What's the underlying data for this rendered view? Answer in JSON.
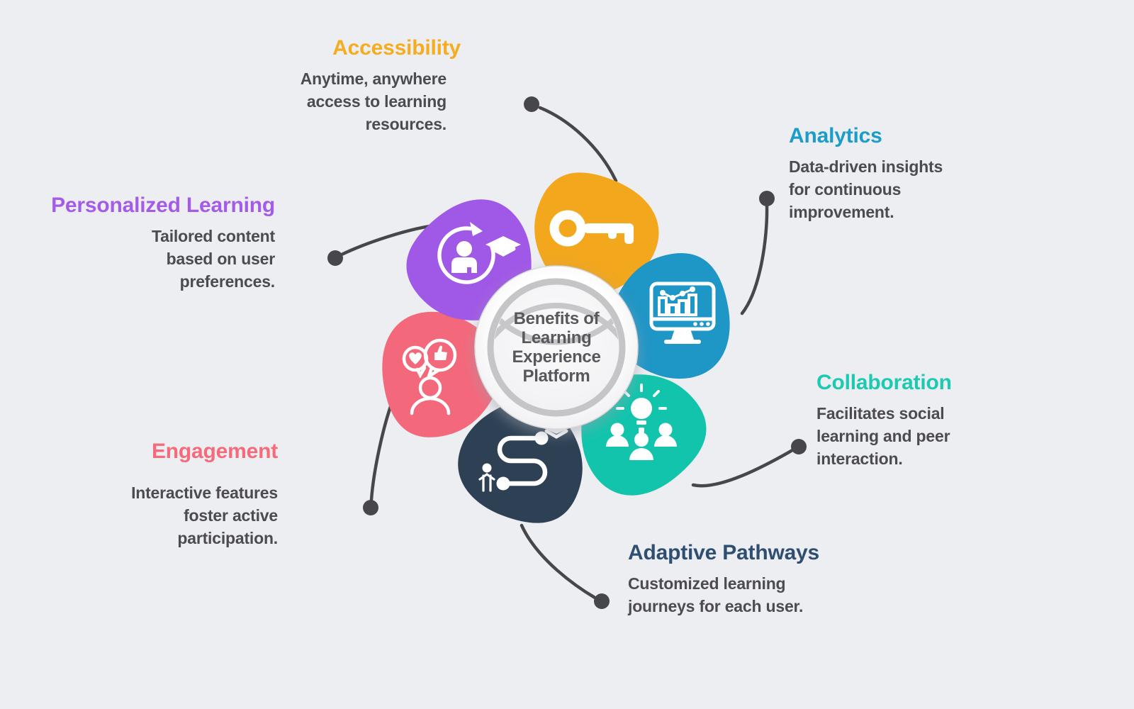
{
  "page": {
    "background": "#EDEEF2",
    "body_text_color": "#4B4B50"
  },
  "center": {
    "title": "Benefits of Learning Experience Platform",
    "text_color": "#58585C",
    "ring_color": "#C5C5C8"
  },
  "connector_color": "#47474B",
  "items": [
    {
      "id": "accessibility",
      "title": "Accessibility",
      "description": "Anytime, anywhere access to learning resources.",
      "color": "#F2A71D",
      "title_color": "#F5AC1E",
      "icon": "key-icon"
    },
    {
      "id": "analytics",
      "title": "Analytics",
      "description": "Data-driven insights for continuous improvement.",
      "color": "#1E96C6",
      "title_color": "#1C9CC9",
      "icon": "analytics-chart-icon"
    },
    {
      "id": "collaboration",
      "title": "Collaboration",
      "description": "Facilitates social learning and peer interaction.",
      "color": "#12C4AC",
      "title_color": "#1EC9B2",
      "icon": "team-brainstorm-icon"
    },
    {
      "id": "adaptive-pathways",
      "title": "Adaptive Pathways",
      "description": "Customized learning journeys for each user.",
      "color": "#2D4054",
      "title_color": "#2E4E72",
      "icon": "learning-path-icon"
    },
    {
      "id": "engagement",
      "title": "Engagement",
      "description": "Interactive features foster active participation.",
      "color": "#F4687B",
      "title_color": "#F56B7B",
      "icon": "social-feedback-icon"
    },
    {
      "id": "personalized-learning",
      "title": "Personalized Learning",
      "description": "Tailored content based on user preferences.",
      "color": "#A058E6",
      "title_color": "#A45CE8",
      "icon": "learner-cycle-icon"
    }
  ]
}
